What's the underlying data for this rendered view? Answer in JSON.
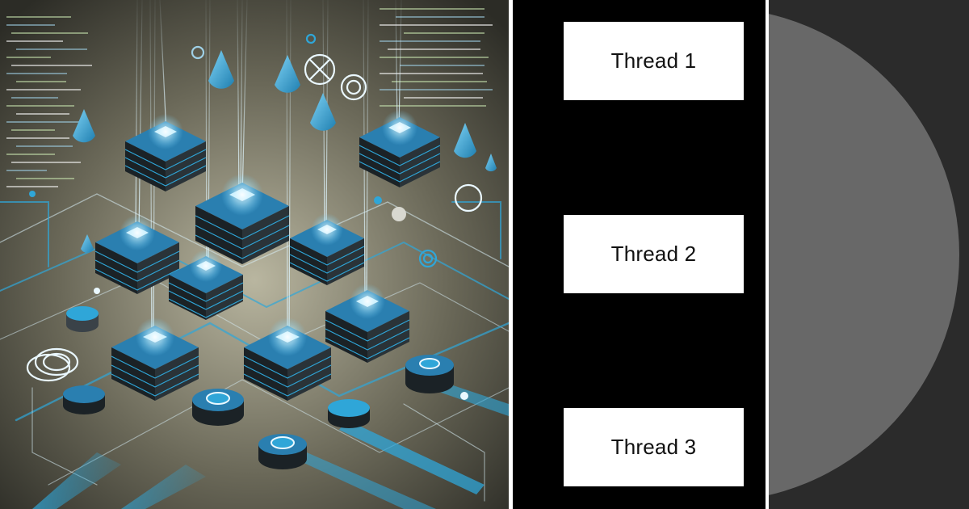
{
  "threads": [
    {
      "label": "Thread 1"
    },
    {
      "label": "Thread 2"
    },
    {
      "label": "Thread 3"
    }
  ],
  "colors": {
    "page_background": "#000000",
    "divider": "#ffffff",
    "thread_box": "#ffffff",
    "thread_text": "#111111",
    "disc_panel": "#2b2b2b",
    "disc": "#686868",
    "illustration_ground": "#3a3a32",
    "illustration_accent": "#2fa6d8",
    "server_dark": "#1b2226",
    "glow": "#eaf8ff"
  },
  "illustration": {
    "subject": "isometric servers with glowing light beams and circuit lines",
    "code_text": false
  }
}
